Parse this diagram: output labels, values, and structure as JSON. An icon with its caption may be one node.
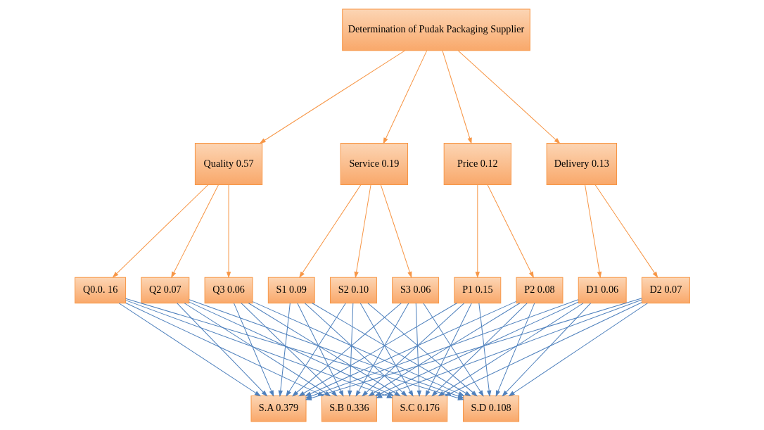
{
  "diagram": {
    "nodes": [
      {
        "text": [
          "Determination of Pudak Packaging Supplier"
        ]
      },
      {
        "text": [
          "Quality 0.57"
        ]
      },
      {
        "text": [
          "Service 0.19"
        ]
      },
      {
        "text": [
          "Price 0.12"
        ]
      },
      {
        "text": [
          "Delivery 0.13"
        ]
      },
      {
        "text": [
          "Q0.0. 16"
        ]
      },
      {
        "text": [
          "Q2 0.07"
        ]
      },
      {
        "text": [
          "Q3 0.06"
        ]
      },
      {
        "text": [
          "S1 0.09"
        ]
      },
      {
        "text": [
          "S2 0.10"
        ]
      },
      {
        "text": [
          "S3 0.06"
        ]
      },
      {
        "text": [
          "P1 0.15"
        ]
      },
      {
        "text": [
          "P2 0.08"
        ]
      },
      {
        "text": [
          "D1 0.06"
        ]
      },
      {
        "text": [
          "D2 0.07"
        ]
      },
      {
        "text": [
          "S.A 0.379"
        ]
      },
      {
        "text": [
          "S.B 0.336"
        ]
      },
      {
        "text": [
          "S.C 0.176"
        ]
      },
      {
        "text": [
          "S.D 0.108"
        ]
      }
    ],
    "edges": [
      {
        "from": 0,
        "to": 1,
        "arrow": "to",
        "color": "#f79646"
      },
      {
        "from": 0,
        "to": 2,
        "arrow": "to",
        "color": "#f79646"
      },
      {
        "from": 0,
        "to": 3,
        "arrow": "to",
        "color": "#f79646"
      },
      {
        "from": 0,
        "to": 4,
        "arrow": "to",
        "color": "#f79646"
      },
      {
        "from": 1,
        "to": 5,
        "arrow": "to",
        "color": "#f79646"
      },
      {
        "from": 1,
        "to": 6,
        "arrow": "to",
        "color": "#f79646"
      },
      {
        "from": 1,
        "to": 7,
        "arrow": "to",
        "color": "#f79646"
      },
      {
        "from": 2,
        "to": 8,
        "arrow": "to",
        "color": "#f79646"
      },
      {
        "from": 2,
        "to": 9,
        "arrow": "to",
        "color": "#f79646"
      },
      {
        "from": 2,
        "to": 10,
        "arrow": "to",
        "color": "#f79646"
      },
      {
        "from": 3,
        "to": 11,
        "arrow": "to",
        "color": "#f79646"
      },
      {
        "from": 3,
        "to": 12,
        "arrow": "to",
        "color": "#f79646"
      },
      {
        "from": 4,
        "to": 13,
        "arrow": "to",
        "color": "#f79646"
      },
      {
        "from": 4,
        "to": 14,
        "arrow": "to",
        "color": "#f79646"
      },
      {
        "from": 5,
        "to": 15,
        "arrow": "to"
      },
      {
        "from": 5,
        "to": 16,
        "arrow": "to"
      },
      {
        "from": 5,
        "to": 17,
        "arrow": "to"
      },
      {
        "from": 5,
        "to": 18,
        "arrow": "to"
      },
      {
        "from": 6,
        "to": 15,
        "arrow": "to"
      },
      {
        "from": 6,
        "to": 16,
        "arrow": "to"
      },
      {
        "from": 6,
        "to": 17,
        "arrow": "to"
      },
      {
        "from": 6,
        "to": 18,
        "arrow": "to"
      },
      {
        "from": 7,
        "to": 15,
        "arrow": "to"
      },
      {
        "from": 7,
        "to": 16,
        "arrow": "to"
      },
      {
        "from": 7,
        "to": 17,
        "arrow": "to"
      },
      {
        "from": 7,
        "to": 18,
        "arrow": "to"
      },
      {
        "from": 8,
        "to": 15,
        "arrow": "to"
      },
      {
        "from": 8,
        "to": 16,
        "arrow": "to"
      },
      {
        "from": 8,
        "to": 17,
        "arrow": "to"
      },
      {
        "from": 8,
        "to": 18,
        "arrow": "to"
      },
      {
        "from": 9,
        "to": 15,
        "arrow": "to"
      },
      {
        "from": 9,
        "to": 16,
        "arrow": "to"
      },
      {
        "from": 9,
        "to": 17,
        "arrow": "to"
      },
      {
        "from": 9,
        "to": 18,
        "arrow": "to"
      },
      {
        "from": 10,
        "to": 15,
        "arrow": "to"
      },
      {
        "from": 10,
        "to": 16,
        "arrow": "to"
      },
      {
        "from": 10,
        "to": 17,
        "arrow": "to"
      },
      {
        "from": 10,
        "to": 18,
        "arrow": "to"
      },
      {
        "from": 11,
        "to": 15,
        "arrow": "to"
      },
      {
        "from": 11,
        "to": 16,
        "arrow": "to"
      },
      {
        "from": 11,
        "to": 17,
        "arrow": "to"
      },
      {
        "from": 11,
        "to": 18,
        "arrow": "to"
      },
      {
        "from": 12,
        "to": 15,
        "arrow": "to"
      },
      {
        "from": 12,
        "to": 16,
        "arrow": "to"
      },
      {
        "from": 12,
        "to": 17,
        "arrow": "to"
      },
      {
        "from": 12,
        "to": 18,
        "arrow": "to"
      },
      {
        "from": 13,
        "to": 15,
        "arrow": "to"
      },
      {
        "from": 13,
        "to": 16,
        "arrow": "to"
      },
      {
        "from": 13,
        "to": 17,
        "arrow": "to"
      },
      {
        "from": 13,
        "to": 18,
        "arrow": "to"
      },
      {
        "from": 14,
        "to": 15,
        "arrow": "to"
      },
      {
        "from": 14,
        "to": 16,
        "arrow": "to"
      },
      {
        "from": 14,
        "to": 17,
        "arrow": "to"
      },
      {
        "from": 14,
        "to": 18,
        "arrow": "to"
      }
    ]
  }
}
